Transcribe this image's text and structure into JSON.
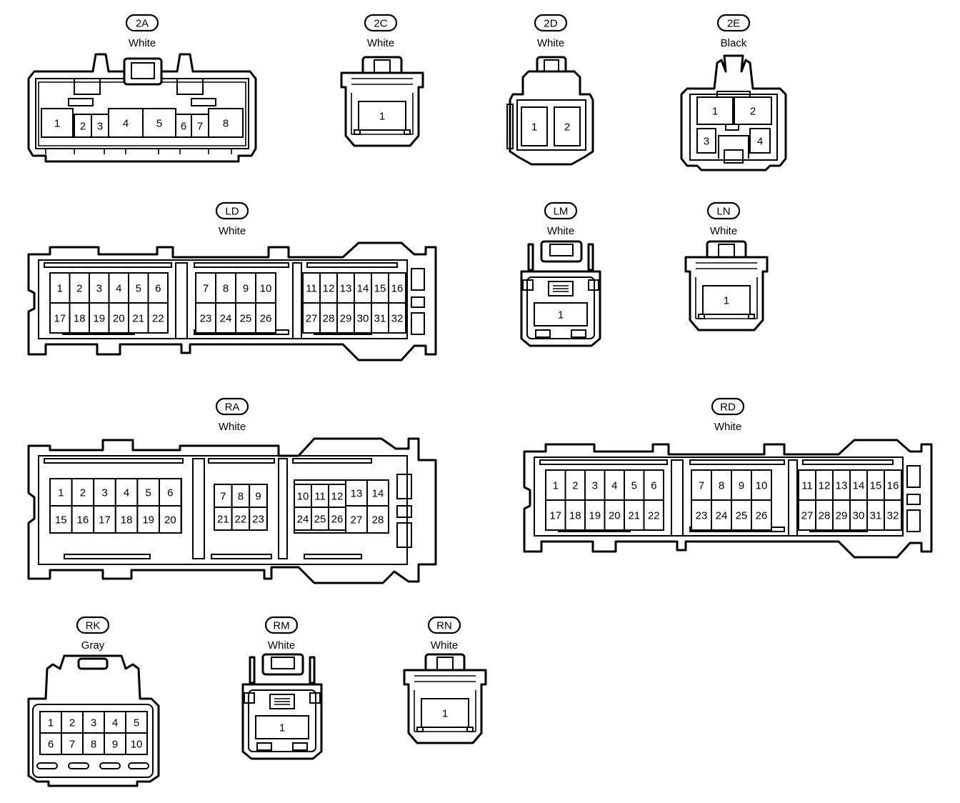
{
  "connectors": [
    {
      "id": "2A",
      "color": "White",
      "pins": [
        "1",
        "2",
        "3",
        "4",
        "5",
        "6",
        "7",
        "8"
      ]
    },
    {
      "id": "2C",
      "color": "White",
      "pins": [
        "1"
      ]
    },
    {
      "id": "2D",
      "color": "White",
      "pins": [
        "1",
        "2"
      ]
    },
    {
      "id": "2E",
      "color": "Black",
      "pins": [
        "1",
        "2",
        "3",
        "4"
      ]
    },
    {
      "id": "LD",
      "color": "White",
      "pins": [
        "1",
        "2",
        "3",
        "4",
        "5",
        "6",
        "7",
        "8",
        "9",
        "10",
        "11",
        "12",
        "13",
        "14",
        "15",
        "16",
        "17",
        "18",
        "19",
        "20",
        "21",
        "22",
        "23",
        "24",
        "25",
        "26",
        "27",
        "28",
        "29",
        "30",
        "31",
        "32"
      ]
    },
    {
      "id": "LM",
      "color": "White",
      "pins": [
        "1"
      ]
    },
    {
      "id": "LN",
      "color": "White",
      "pins": [
        "1"
      ]
    },
    {
      "id": "RA",
      "color": "White",
      "pins": [
        "1",
        "2",
        "3",
        "4",
        "5",
        "6",
        "7",
        "8",
        "9",
        "10",
        "11",
        "12",
        "13",
        "14",
        "15",
        "16",
        "17",
        "18",
        "19",
        "20",
        "21",
        "22",
        "23",
        "24",
        "25",
        "26",
        "27",
        "28"
      ]
    },
    {
      "id": "RD",
      "color": "White",
      "pins": [
        "1",
        "2",
        "3",
        "4",
        "5",
        "6",
        "7",
        "8",
        "9",
        "10",
        "11",
        "12",
        "13",
        "14",
        "15",
        "16",
        "17",
        "18",
        "19",
        "20",
        "21",
        "22",
        "23",
        "24",
        "25",
        "26",
        "27",
        "28",
        "29",
        "30",
        "31",
        "32"
      ]
    },
    {
      "id": "RK",
      "color": "Gray",
      "pins": [
        "1",
        "2",
        "3",
        "4",
        "5",
        "6",
        "7",
        "8",
        "9",
        "10"
      ]
    },
    {
      "id": "RM",
      "color": "White",
      "pins": [
        "1"
      ]
    },
    {
      "id": "RN",
      "color": "White",
      "pins": [
        "1"
      ]
    }
  ]
}
